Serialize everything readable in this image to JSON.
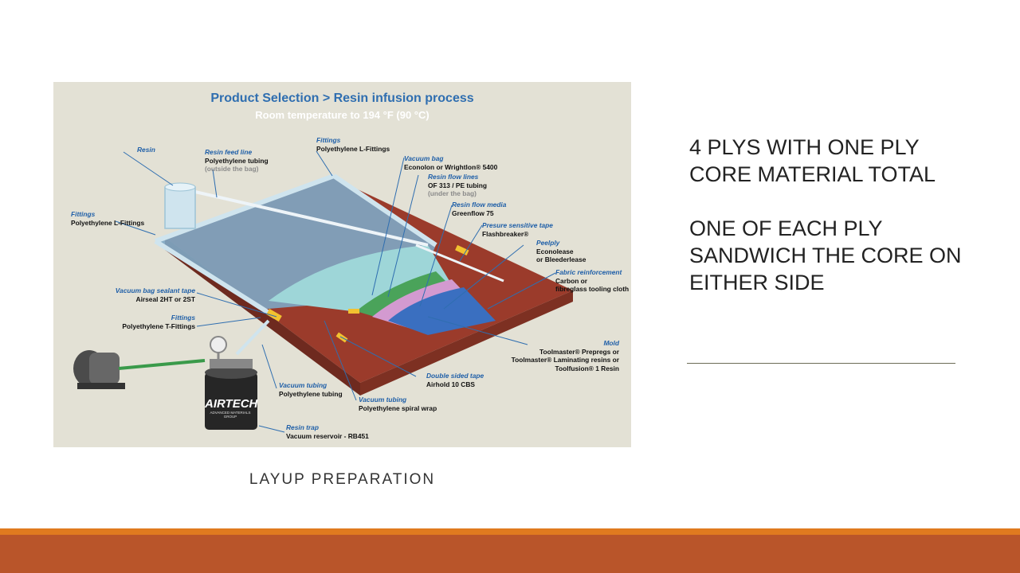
{
  "diagram": {
    "title": "Product Selection  >  Resin infusion process",
    "subtitle": "Room temperature to 194 °F (90 °C)",
    "brand": "AIRTECH",
    "brand_sub": "ADVANCED MATERIALS GROUP",
    "labels": [
      {
        "id": "resin",
        "title": "Resin"
      },
      {
        "id": "feed",
        "title": "Resin feed line",
        "value": "Polyethylene tubing",
        "note": "(outside the bag)"
      },
      {
        "id": "fittings-top",
        "title": "Fittings",
        "value": "Polyethylene L-Fittings"
      },
      {
        "id": "vacbag",
        "title": "Vacuum bag",
        "value": "Econolon or Wrightlon® 5400"
      },
      {
        "id": "flowlines",
        "title": "Resin flow lines",
        "value": "OF 313 / PE tubing",
        "note": "(under the bag)"
      },
      {
        "id": "flowmedia",
        "title": "Resin flow media",
        "value": "Greenflow 75"
      },
      {
        "id": "pstape",
        "title": "Presure sensitive tape",
        "value": "Flashbreaker®"
      },
      {
        "id": "peelply",
        "title": "Peelply",
        "value": "Econolease",
        "value2": "or Bleederlease"
      },
      {
        "id": "fabric",
        "title": "Fabric reinforcement",
        "value": "Carbon or",
        "value2": "fibreglass tooling cloth"
      },
      {
        "id": "fittings-left",
        "title": "Fittings",
        "value": "Polyethylene L-Fittings"
      },
      {
        "id": "sealant",
        "title": "Vacuum bag sealant tape",
        "value": "Airseal 2HT or 2ST"
      },
      {
        "id": "fittings-t",
        "title": "Fittings",
        "value": "Polyethylene T-Fittings"
      },
      {
        "id": "mold",
        "title": "Mold",
        "value": "Toolmaster® Prepregs or",
        "value2": "Toolmaster® Laminating resins or",
        "value3": "Toolfusion® 1 Resin"
      },
      {
        "id": "dstape",
        "title": "Double sided  tape",
        "value": "Airhold 10 CBS"
      },
      {
        "id": "vactube",
        "title": "Vacuum tubing",
        "value": "Polyethylene tubing"
      },
      {
        "id": "spiral",
        "title": "Vacuum tubing",
        "value": "Polyethylene spiral wrap"
      },
      {
        "id": "trap",
        "title": "Resin trap",
        "value": "Vacuum reservoir - RB451"
      }
    ]
  },
  "side_text": {
    "line1": "4 PLYS WITH ONE PLY CORE MATERIAL TOTAL",
    "line2": "ONE OF EACH PLY SANDWICH THE CORE ON EITHER SIDE"
  },
  "caption": "LAYUP PREPARATION",
  "colors": {
    "accent_orange": "#e07a1f",
    "footer": "#b9552a",
    "diagram_bg": "#e3e1d5",
    "title_blue": "#2f6eb0",
    "mold_red": "#9b3b2b"
  }
}
